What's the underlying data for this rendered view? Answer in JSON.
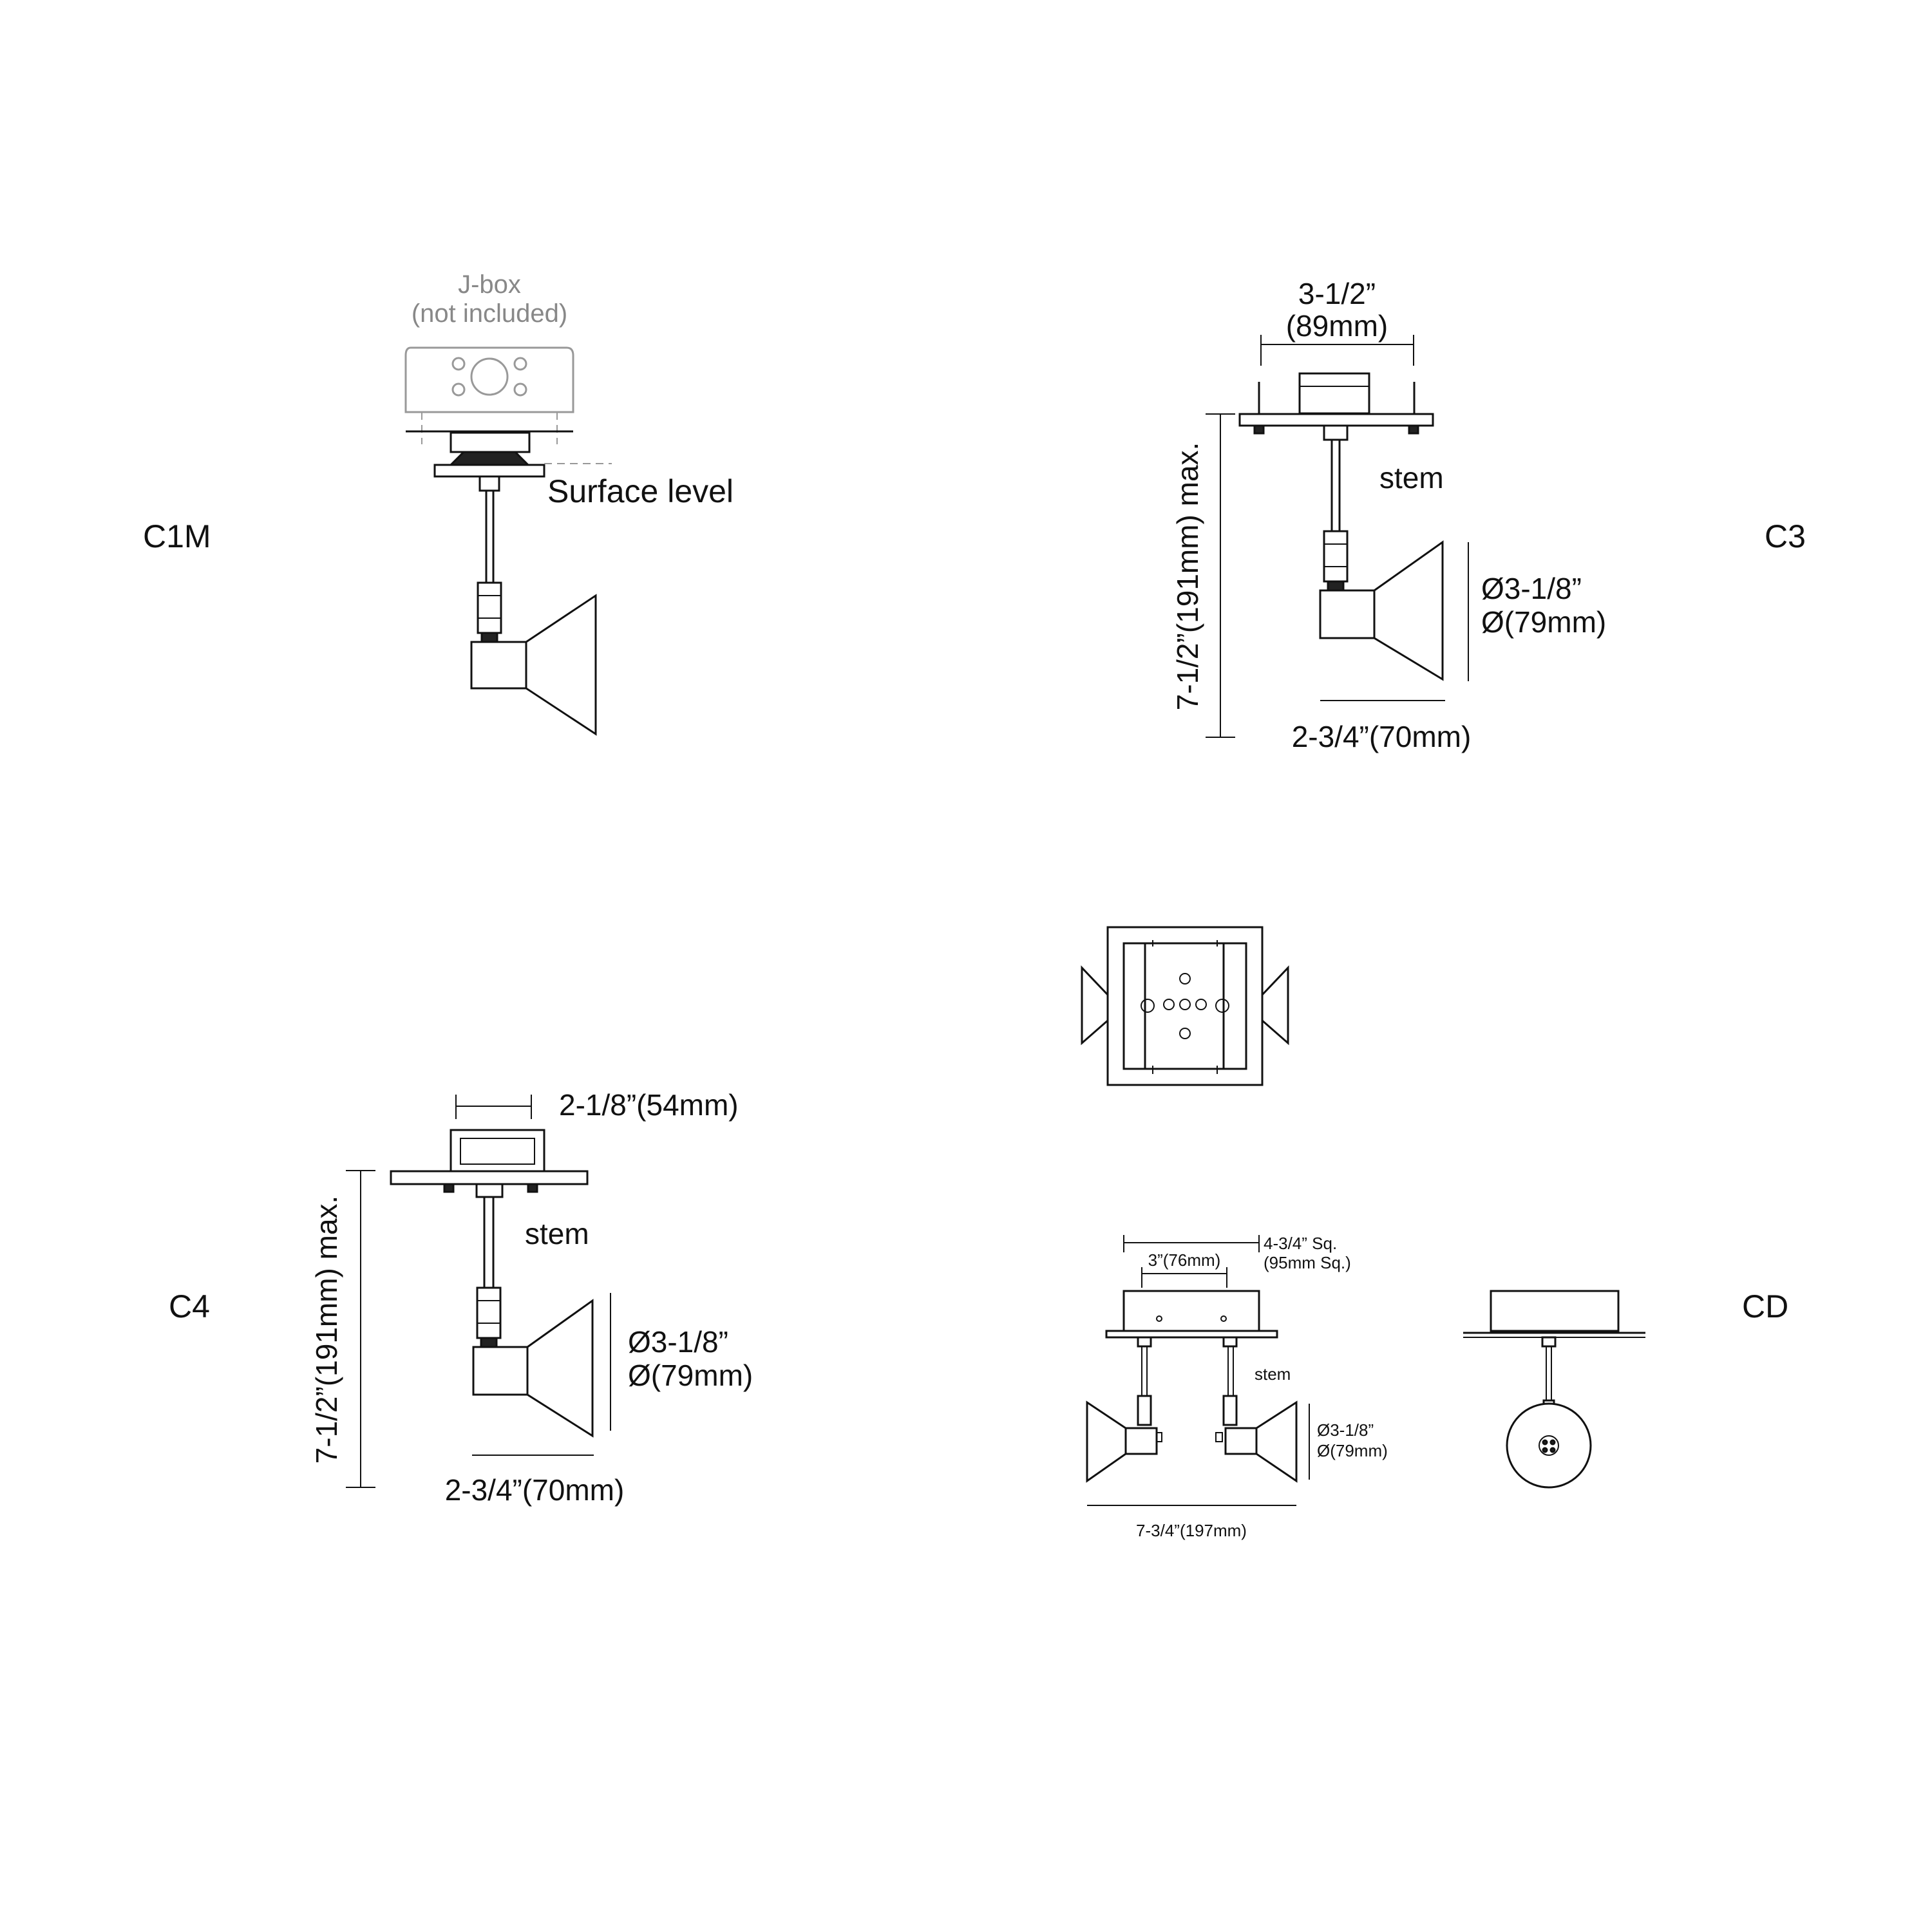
{
  "labels": {
    "c1m": "C1M",
    "c3": "C3",
    "c4": "C4",
    "cd": "CD"
  },
  "c1m": {
    "jbox_line1": "J-box",
    "jbox_line2": "(not included)",
    "surface": "Surface level"
  },
  "c3": {
    "width_in": "3-1/2”",
    "width_mm": "(89mm)",
    "stem": "stem",
    "height": "7-1/2”(191mm) max.",
    "dia_in": "Ø3-1/8”",
    "dia_mm": "Ø(79mm)",
    "depth": "2-3/4”(70mm)"
  },
  "c4": {
    "width": "2-1/8”(54mm)",
    "stem": "stem",
    "height": "7-1/2”(191mm) max.",
    "dia_in": "Ø3-1/8”",
    "dia_mm": "Ø(79mm)",
    "depth": "2-3/4”(70mm)"
  },
  "cd": {
    "sq_in": "4-3/4” Sq.",
    "sq_mm": "(95mm Sq.)",
    "spacing": "3”(76mm)",
    "stem": "stem",
    "dia_in": "Ø3-1/8”",
    "dia_mm": "Ø(79mm)",
    "overall": "7-3/4”(197mm)"
  }
}
